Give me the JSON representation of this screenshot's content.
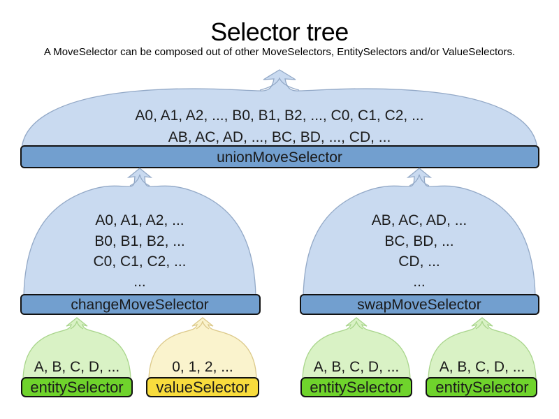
{
  "title": "Selector tree",
  "subtitle": "A MoveSelector can be composed out of other MoveSelectors, EntitySelectors and/or ValueSelectors.",
  "colors": {
    "cloud_blue": "#c9daf0",
    "bar_blue": "#729fcf",
    "cloud_green": "#d9f2c5",
    "bar_green": "#6fd32c",
    "cloud_yellow": "#faf3cd",
    "bar_yellow": "#f8dc3d"
  },
  "nodes": {
    "union": {
      "label": "unionMoveSelector",
      "lines": [
        "A0, A1, A2, ..., B0, B1, B2, ..., C0, C1, C2, ...",
        "AB, AC, AD, ..., BC, BD, ..., CD, ..."
      ]
    },
    "change": {
      "label": "changeMoveSelector",
      "lines": [
        "A0, A1, A2, ...",
        "B0, B1, B2, ...",
        "C0, C1, C2, ...",
        "..."
      ]
    },
    "swap": {
      "label": "swapMoveSelector",
      "lines": [
        "AB, AC, AD, ...",
        "BC, BD, ...",
        "CD, ...",
        "..."
      ]
    },
    "entity1": {
      "label": "entitySelector",
      "lines": [
        "A, B, C, D, ..."
      ]
    },
    "value1": {
      "label": "valueSelector",
      "lines": [
        "0, 1, 2, ..."
      ]
    },
    "entity2": {
      "label": "entitySelector",
      "lines": [
        "A, B, C, D, ..."
      ]
    },
    "entity3": {
      "label": "entitySelector",
      "lines": [
        "A, B, C, D, ..."
      ]
    }
  }
}
